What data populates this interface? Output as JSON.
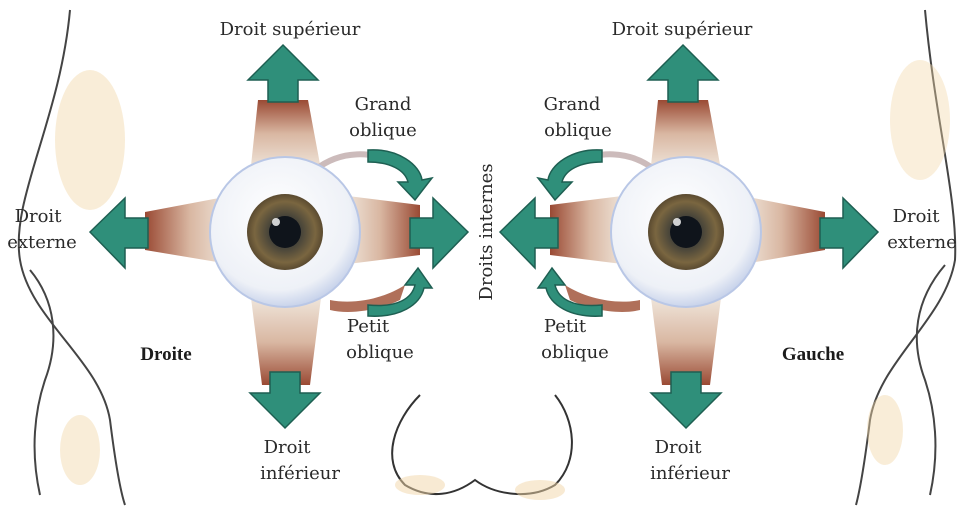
{
  "labels": {
    "right_eye": {
      "superior": "Droit supérieur",
      "superior_oblique": [
        "Grand",
        "oblique"
      ],
      "external": [
        "Droit",
        "externe"
      ],
      "inferior_oblique": [
        "Petit",
        "oblique"
      ],
      "inferior": [
        "Droit",
        "inférieur"
      ]
    },
    "left_eye": {
      "superior": "Droit supérieur",
      "superior_oblique": [
        "Grand",
        "oblique"
      ],
      "external": [
        "Droit",
        "externe"
      ],
      "inferior_oblique": [
        "Petit",
        "oblique"
      ],
      "inferior": [
        "Droit",
        "inférieur"
      ]
    },
    "internal": "Droits internes",
    "side_right": "Droite",
    "side_left": "Gauche"
  },
  "colors": {
    "arrow_fill": "#2f8f7a",
    "arrow_stroke": "#1e5f52",
    "muscle_dark": "#9a4a34",
    "muscle_light": "#f3ede4",
    "sclera": "#f7f7f9",
    "sclera_edge": "#b9c7e6",
    "iris": "#6b5a3a",
    "pupil": "#0f141b",
    "skin_outline": "#333333",
    "skin_tint": "#f2d6a8"
  }
}
